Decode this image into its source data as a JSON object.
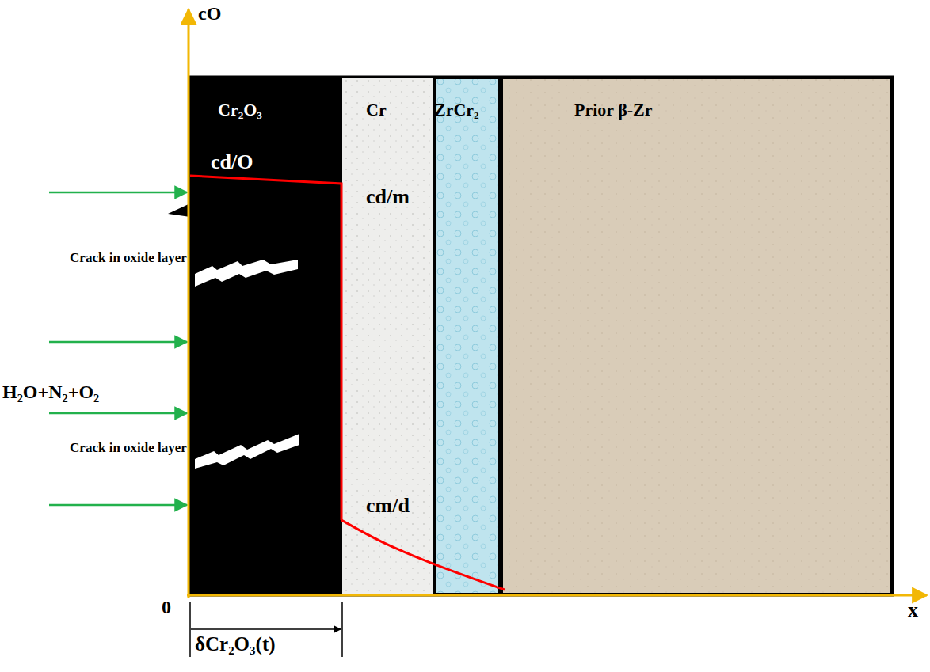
{
  "diagram": {
    "nodes": [
      {
        "text": [
          "Cr₂O₃"
        ]
      },
      {
        "text": [
          "Cr"
        ]
      },
      {
        "text": [
          "ZrCr₂"
        ]
      },
      {
        "text": [
          "Prior β-Zr"
        ]
      }
    ],
    "labels": [
      "cO",
      "0",
      "x",
      "cd/O",
      "cd/m",
      "cm/d",
      "Crack in oxide layer",
      "H₂O+N₂+O₂",
      "Crack in oxide layer",
      "δCr₂O₃(t)"
    ]
  }
}
